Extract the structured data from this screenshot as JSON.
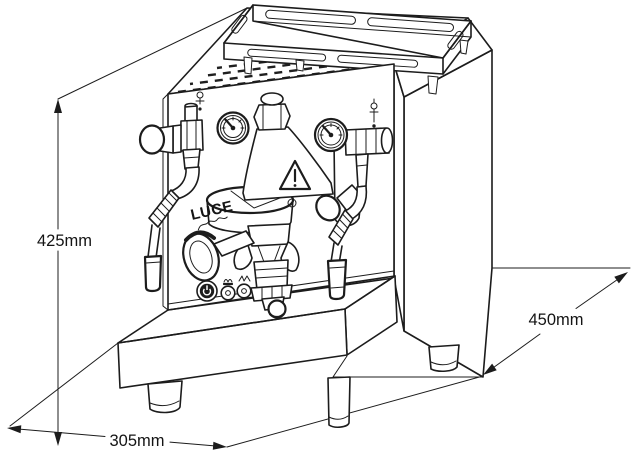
{
  "diagram": {
    "type": "technical-line-drawing",
    "subject": "Espresso coffee machine, dimensioned perspective view",
    "brand_label": "LUCE",
    "dimension_labels": {
      "height": "425mm",
      "width": "305mm",
      "depth": "450mm"
    },
    "colors": {
      "line": "#1c1c1c",
      "background": "#ffffff",
      "grate_dark": "#2e2e2e",
      "grate_light": "#d6d6d6"
    },
    "icons": {
      "warning_triangle": "exclamation-triangle",
      "power_button": "power-symbol",
      "steam_lamp_icon": "steam-puffs",
      "heating_lamp_icon": "zigzag-waves",
      "left_tap_icon": "valve-drip",
      "right_tap_icon": "valve-drip"
    }
  }
}
